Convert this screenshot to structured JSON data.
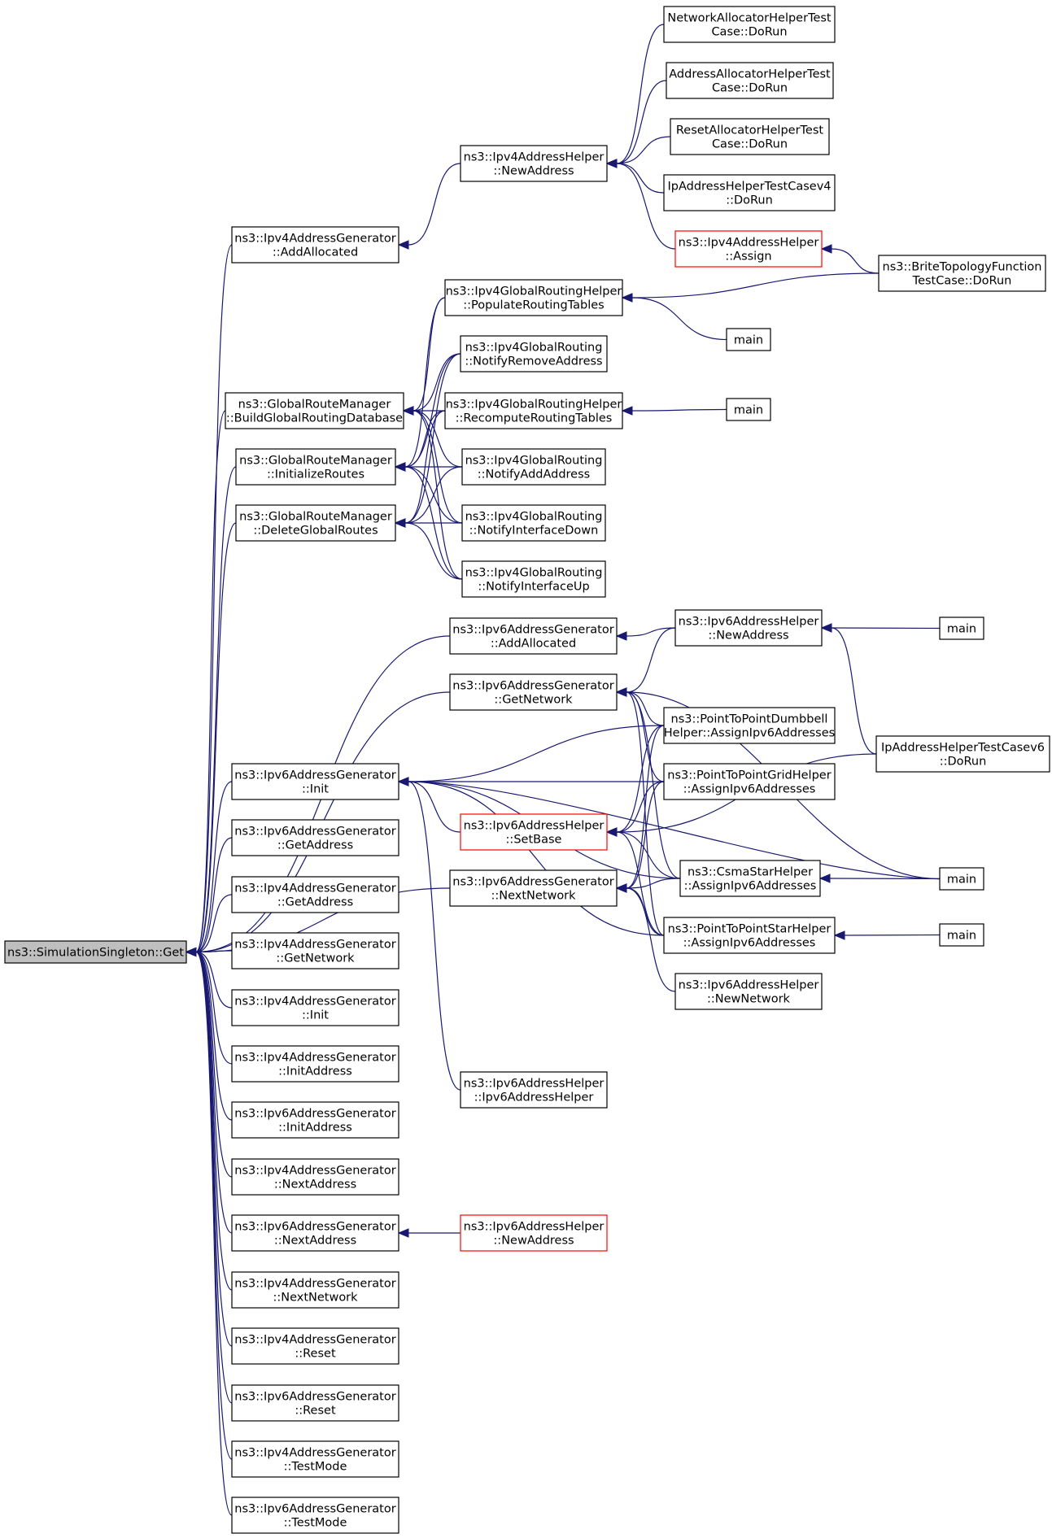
{
  "graph": {
    "edge_color": "#191970",
    "highlight_color": "#ff0000",
    "root_fill": "#bfbfbf",
    "nodes": [
      {
        "id": "root",
        "label": [
          "ns3::SimulationSingleton::Get"
        ],
        "style": "root"
      },
      {
        "id": "v4gen_addalloc",
        "label": [
          "ns3::Ipv4AddressGenerator",
          "::AddAllocated"
        ]
      },
      {
        "id": "grm_build",
        "label": [
          "ns3::GlobalRouteManager",
          "::BuildGlobalRoutingDatabase"
        ]
      },
      {
        "id": "grm_init",
        "label": [
          "ns3::GlobalRouteManager",
          "::InitializeRoutes"
        ]
      },
      {
        "id": "grm_delete",
        "label": [
          "ns3::GlobalRouteManager",
          "::DeleteGlobalRoutes"
        ]
      },
      {
        "id": "v6gen_init",
        "label": [
          "ns3::Ipv6AddressGenerator",
          "::Init"
        ]
      },
      {
        "id": "v6gen_getaddr",
        "label": [
          "ns3::Ipv6AddressGenerator",
          "::GetAddress"
        ]
      },
      {
        "id": "v4gen_getaddr",
        "label": [
          "ns3::Ipv4AddressGenerator",
          "::GetAddress"
        ]
      },
      {
        "id": "v4gen_getnet",
        "label": [
          "ns3::Ipv4AddressGenerator",
          "::GetNetwork"
        ]
      },
      {
        "id": "v4gen_init",
        "label": [
          "ns3::Ipv4AddressGenerator",
          "::Init"
        ]
      },
      {
        "id": "v4gen_initaddr",
        "label": [
          "ns3::Ipv4AddressGenerator",
          "::InitAddress"
        ]
      },
      {
        "id": "v6gen_initaddr",
        "label": [
          "ns3::Ipv6AddressGenerator",
          "::InitAddress"
        ]
      },
      {
        "id": "v4gen_nextaddr",
        "label": [
          "ns3::Ipv4AddressGenerator",
          "::NextAddress"
        ]
      },
      {
        "id": "v6gen_nextaddr",
        "label": [
          "ns3::Ipv6AddressGenerator",
          "::NextAddress"
        ]
      },
      {
        "id": "v4gen_nextnet",
        "label": [
          "ns3::Ipv4AddressGenerator",
          "::NextNetwork"
        ]
      },
      {
        "id": "v4gen_reset",
        "label": [
          "ns3::Ipv4AddressGenerator",
          "::Reset"
        ]
      },
      {
        "id": "v6gen_reset",
        "label": [
          "ns3::Ipv6AddressGenerator",
          "::Reset"
        ]
      },
      {
        "id": "v4gen_testmode",
        "label": [
          "ns3::Ipv4AddressGenerator",
          "::TestMode"
        ]
      },
      {
        "id": "v6gen_testmode",
        "label": [
          "ns3::Ipv6AddressGenerator",
          "::TestMode"
        ]
      },
      {
        "id": "v4helper_newaddr",
        "label": [
          "ns3::Ipv4AddressHelper",
          "::NewAddress"
        ]
      },
      {
        "id": "grh_populate",
        "label": [
          "ns3::Ipv4GlobalRoutingHelper",
          "::PopulateRoutingTables"
        ]
      },
      {
        "id": "gr_notifyremove",
        "label": [
          "ns3::Ipv4GlobalRouting",
          "::NotifyRemoveAddress"
        ]
      },
      {
        "id": "grh_recompute",
        "label": [
          "ns3::Ipv4GlobalRoutingHelper",
          "::RecomputeRoutingTables"
        ]
      },
      {
        "id": "gr_notifyadd",
        "label": [
          "ns3::Ipv4GlobalRouting",
          "::NotifyAddAddress"
        ]
      },
      {
        "id": "gr_notifydown",
        "label": [
          "ns3::Ipv4GlobalRouting",
          "::NotifyInterfaceDown"
        ]
      },
      {
        "id": "gr_notifyup",
        "label": [
          "ns3::Ipv4GlobalRouting",
          "::NotifyInterfaceUp"
        ]
      },
      {
        "id": "v6gen_addalloc",
        "label": [
          "ns3::Ipv6AddressGenerator",
          "::AddAllocated"
        ]
      },
      {
        "id": "v6gen_getnet",
        "label": [
          "ns3::Ipv6AddressGenerator",
          "::GetNetwork"
        ]
      },
      {
        "id": "v6helper_setbase",
        "label": [
          "ns3::Ipv6AddressHelper",
          "::SetBase"
        ],
        "style": "red"
      },
      {
        "id": "v6gen_nextnet",
        "label": [
          "ns3::Ipv6AddressGenerator",
          "::NextNetwork"
        ]
      },
      {
        "id": "v6helper_ctor",
        "label": [
          "ns3::Ipv6AddressHelper",
          "::Ipv6AddressHelper"
        ]
      },
      {
        "id": "v6helper_newaddr_red",
        "label": [
          "ns3::Ipv6AddressHelper",
          "::NewAddress"
        ],
        "style": "red"
      },
      {
        "id": "t_netalloc",
        "label": [
          "NetworkAllocatorHelperTest",
          "Case::DoRun"
        ]
      },
      {
        "id": "t_addralloc",
        "label": [
          "AddressAllocatorHelperTest",
          "Case::DoRun"
        ]
      },
      {
        "id": "t_resetalloc",
        "label": [
          "ResetAllocatorHelperTest",
          "Case::DoRun"
        ]
      },
      {
        "id": "t_iphelper4",
        "label": [
          "IpAddressHelperTestCasev4",
          "::DoRun"
        ]
      },
      {
        "id": "v4helper_assign",
        "label": [
          "ns3::Ipv4AddressHelper",
          "::Assign"
        ],
        "style": "red"
      },
      {
        "id": "main_populate",
        "label": [
          "main"
        ]
      },
      {
        "id": "main_recompute",
        "label": [
          "main"
        ]
      },
      {
        "id": "v6helper_newaddr",
        "label": [
          "ns3::Ipv6AddressHelper",
          "::NewAddress"
        ]
      },
      {
        "id": "p2p_dumbbell",
        "label": [
          "ns3::PointToPointDumbbell",
          "Helper::AssignIpv6Addresses"
        ]
      },
      {
        "id": "p2p_grid",
        "label": [
          "ns3::PointToPointGridHelper",
          "::AssignIpv6Addresses"
        ]
      },
      {
        "id": "csma_star",
        "label": [
          "ns3::CsmaStarHelper",
          "::AssignIpv6Addresses"
        ]
      },
      {
        "id": "p2p_star",
        "label": [
          "ns3::PointToPointStarHelper",
          "::AssignIpv6Addresses"
        ]
      },
      {
        "id": "v6helper_newnet",
        "label": [
          "ns3::Ipv6AddressHelper",
          "::NewNetwork"
        ]
      },
      {
        "id": "brite",
        "label": [
          "ns3::BriteTopologyFunction",
          "TestCase::DoRun"
        ]
      },
      {
        "id": "main_v6newaddr",
        "label": [
          "main"
        ]
      },
      {
        "id": "t_iphelper6",
        "label": [
          "IpAddressHelperTestCasev6",
          "::DoRun"
        ]
      },
      {
        "id": "main_csma",
        "label": [
          "main"
        ]
      },
      {
        "id": "main_p2pstar",
        "label": [
          "main"
        ]
      }
    ],
    "edges": [
      [
        "v4gen_addalloc",
        "root"
      ],
      [
        "grm_build",
        "root"
      ],
      [
        "grm_init",
        "root"
      ],
      [
        "grm_delete",
        "root"
      ],
      [
        "v6gen_addalloc",
        "root"
      ],
      [
        "v6gen_getnet",
        "root"
      ],
      [
        "v6gen_nextnet",
        "root"
      ],
      [
        "v6gen_init",
        "root"
      ],
      [
        "v6gen_getaddr",
        "root"
      ],
      [
        "v4gen_getaddr",
        "root"
      ],
      [
        "v4gen_getnet",
        "root"
      ],
      [
        "v4gen_init",
        "root"
      ],
      [
        "v4gen_initaddr",
        "root"
      ],
      [
        "v6gen_initaddr",
        "root"
      ],
      [
        "v4gen_nextaddr",
        "root"
      ],
      [
        "v6gen_nextaddr",
        "root"
      ],
      [
        "v4gen_nextnet",
        "root"
      ],
      [
        "v4gen_reset",
        "root"
      ],
      [
        "v6gen_reset",
        "root"
      ],
      [
        "v4gen_testmode",
        "root"
      ],
      [
        "v6gen_testmode",
        "root"
      ],
      [
        "v4helper_newaddr",
        "v4gen_addalloc"
      ],
      [
        "t_netalloc",
        "v4helper_newaddr"
      ],
      [
        "t_addralloc",
        "v4helper_newaddr"
      ],
      [
        "t_resetalloc",
        "v4helper_newaddr"
      ],
      [
        "t_iphelper4",
        "v4helper_newaddr"
      ],
      [
        "v4helper_assign",
        "v4helper_newaddr"
      ],
      [
        "brite",
        "v4helper_assign"
      ],
      [
        "brite",
        "grh_populate"
      ],
      [
        "main_populate",
        "grh_populate"
      ],
      [
        "main_recompute",
        "grh_recompute"
      ],
      [
        "grh_populate",
        "grm_build"
      ],
      [
        "gr_notifyremove",
        "grm_build"
      ],
      [
        "grh_recompute",
        "grm_build"
      ],
      [
        "gr_notifyadd",
        "grm_build"
      ],
      [
        "gr_notifydown",
        "grm_build"
      ],
      [
        "gr_notifyup",
        "grm_build"
      ],
      [
        "grh_populate",
        "grm_init"
      ],
      [
        "gr_notifyremove",
        "grm_init"
      ],
      [
        "grh_recompute",
        "grm_init"
      ],
      [
        "gr_notifyadd",
        "grm_init"
      ],
      [
        "gr_notifydown",
        "grm_init"
      ],
      [
        "gr_notifyup",
        "grm_init"
      ],
      [
        "gr_notifyremove",
        "grm_delete"
      ],
      [
        "grh_recompute",
        "grm_delete"
      ],
      [
        "gr_notifyadd",
        "grm_delete"
      ],
      [
        "gr_notifydown",
        "grm_delete"
      ],
      [
        "gr_notifyup",
        "grm_delete"
      ],
      [
        "v6helper_newaddr",
        "v6gen_addalloc"
      ],
      [
        "main_v6newaddr",
        "v6helper_newaddr"
      ],
      [
        "t_iphelper6",
        "v6helper_newaddr"
      ],
      [
        "v6helper_newaddr",
        "v6gen_getnet"
      ],
      [
        "p2p_dumbbell",
        "v6gen_getnet"
      ],
      [
        "p2p_grid",
        "v6gen_getnet"
      ],
      [
        "csma_star",
        "v6gen_getnet"
      ],
      [
        "p2p_star",
        "v6gen_getnet"
      ],
      [
        "main_csma",
        "v6gen_getnet"
      ],
      [
        "v6helper_ctor",
        "v6gen_init"
      ],
      [
        "v6helper_setbase",
        "v6gen_init"
      ],
      [
        "p2p_dumbbell",
        "v6gen_init"
      ],
      [
        "p2p_grid",
        "v6gen_init"
      ],
      [
        "csma_star",
        "v6gen_init"
      ],
      [
        "p2p_star",
        "v6gen_init"
      ],
      [
        "main_csma",
        "v6gen_init"
      ],
      [
        "p2p_dumbbell",
        "v6helper_setbase"
      ],
      [
        "p2p_grid",
        "v6helper_setbase"
      ],
      [
        "csma_star",
        "v6helper_setbase"
      ],
      [
        "p2p_star",
        "v6helper_setbase"
      ],
      [
        "t_iphelper6",
        "v6helper_setbase"
      ],
      [
        "v6helper_newnet",
        "v6gen_nextnet"
      ],
      [
        "p2p_dumbbell",
        "v6gen_nextnet"
      ],
      [
        "p2p_grid",
        "v6gen_nextnet"
      ],
      [
        "csma_star",
        "v6gen_nextnet"
      ],
      [
        "p2p_star",
        "v6gen_nextnet"
      ],
      [
        "main_csma",
        "csma_star"
      ],
      [
        "main_p2pstar",
        "p2p_star"
      ],
      [
        "v6helper_newaddr_red",
        "v6gen_nextaddr"
      ]
    ]
  }
}
